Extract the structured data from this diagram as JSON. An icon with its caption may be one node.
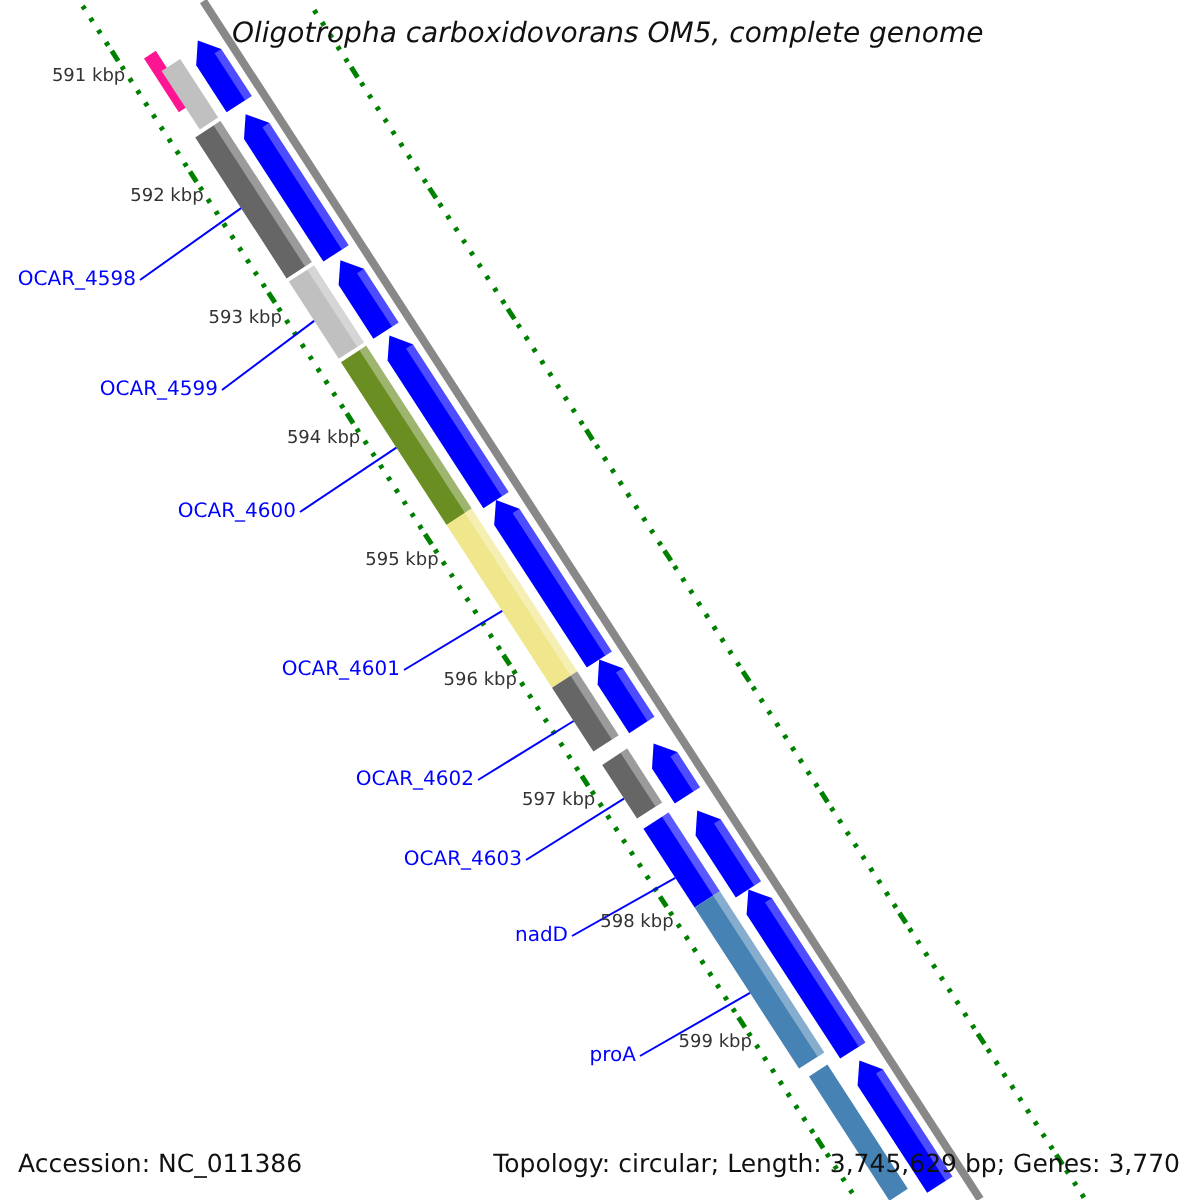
{
  "diagram": {
    "title": "Oligotropha carboxidovorans OM5, complete genome",
    "nodes": [
      {
        "text": [
          "OCAR_4598"
        ]
      },
      {
        "text": [],
        "shape": "bar"
      },
      {
        "text": [
          "OCAR_4599"
        ]
      },
      {
        "text": [],
        "shape": "bar"
      },
      {
        "text": [
          "OCAR_4600"
        ]
      },
      {
        "text": [],
        "shape": "bar"
      },
      {
        "text": [
          "OCAR_4601"
        ]
      },
      {
        "text": [],
        "shape": "bar"
      },
      {
        "text": [
          "OCAR_4602"
        ]
      },
      {
        "text": [],
        "shape": "bar"
      },
      {
        "text": [
          "OCAR_4603"
        ]
      },
      {
        "text": [],
        "shape": "bar"
      },
      {
        "text": [
          "nadD"
        ]
      },
      {
        "text": [],
        "shape": "bar"
      },
      {
        "text": [
          "proA"
        ]
      },
      {
        "text": [],
        "shape": "bar"
      }
    ],
    "edges": [
      {
        "from": 0,
        "to": 1,
        "arrow": "none"
      },
      {
        "from": 2,
        "to": 3,
        "arrow": "none"
      },
      {
        "from": 4,
        "to": 5,
        "arrow": "none"
      },
      {
        "from": 6,
        "to": 7,
        "arrow": "none"
      },
      {
        "from": 8,
        "to": 9,
        "arrow": "none"
      },
      {
        "from": 10,
        "to": 11,
        "arrow": "none"
      },
      {
        "from": 12,
        "to": 13,
        "arrow": "none"
      },
      {
        "from": 14,
        "to": 15,
        "arrow": "none"
      }
    ],
    "labels": [
      "591 kbp",
      "592 kbp",
      "593 kbp",
      "594 kbp",
      "595 kbp",
      "596 kbp",
      "597 kbp",
      "598 kbp",
      "599 kbp",
      "Accession: NC_011386",
      "Topology: circular; Length: 3,745,629 bp; Genes: 3,770"
    ]
  }
}
